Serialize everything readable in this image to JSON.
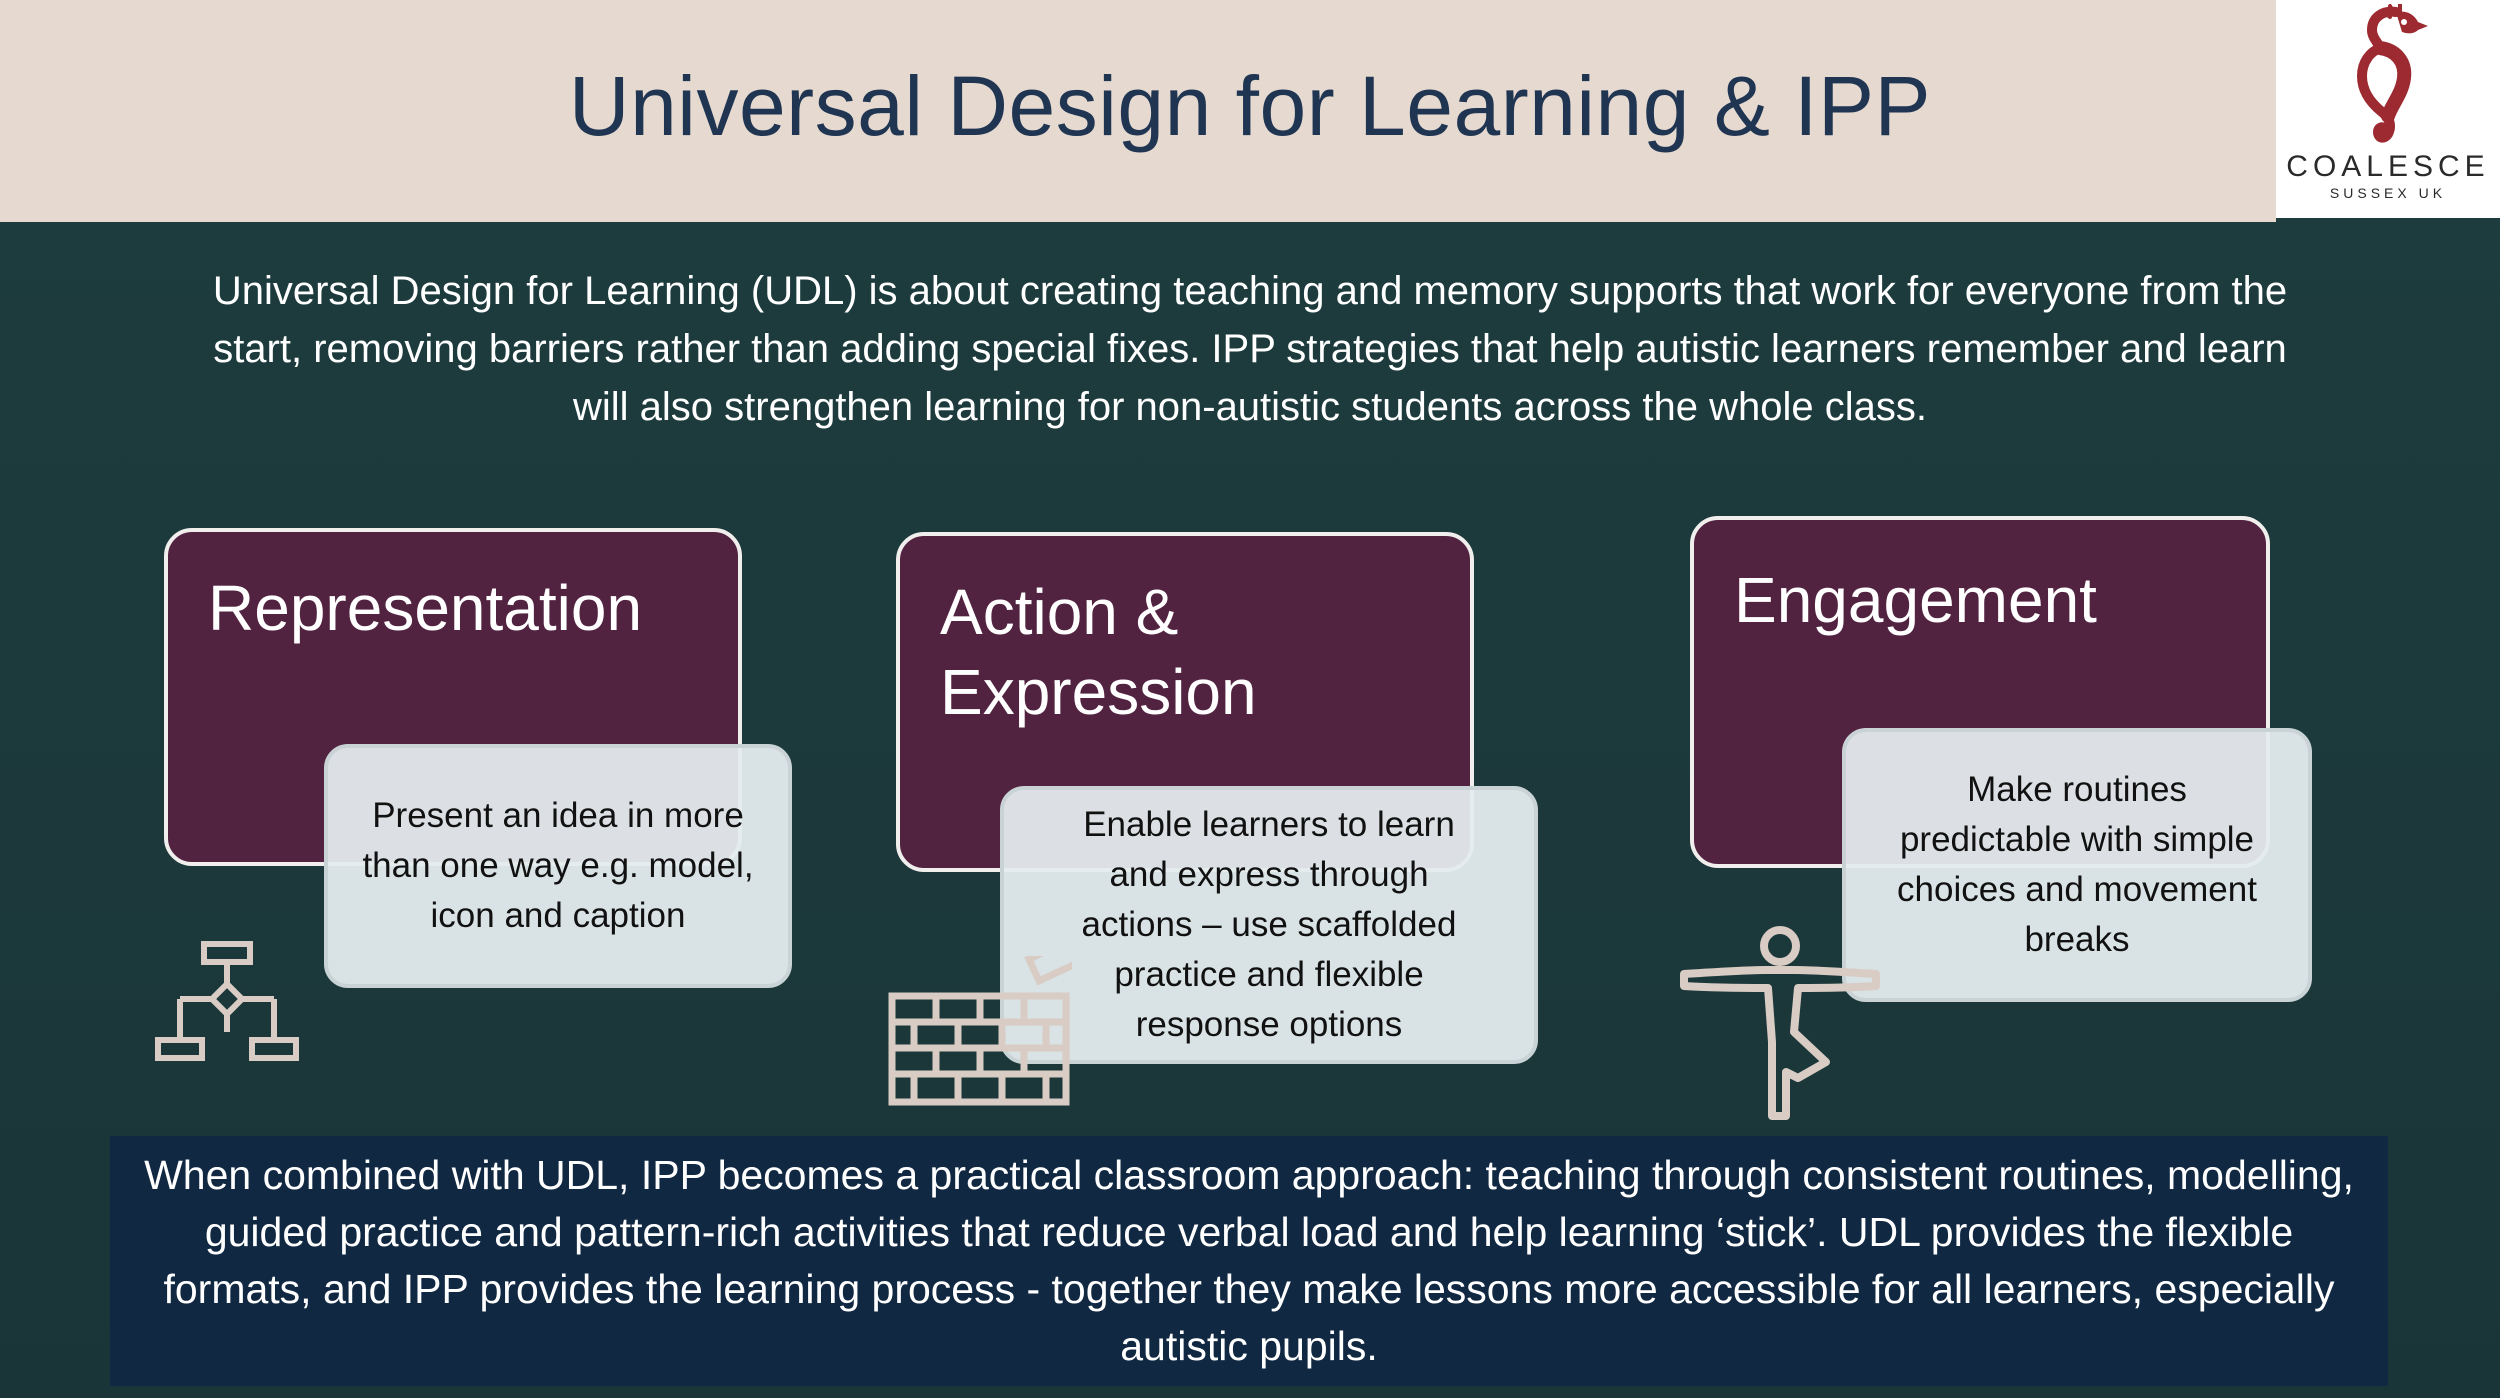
{
  "header": {
    "title": "Universal Design for Learning & IPP"
  },
  "logo": {
    "icon": "seahorse-icon",
    "name": "COALESCE",
    "location": "SUSSEX UK"
  },
  "intro": {
    "text": "Universal Design for Learning (UDL) is about creating teaching and memory supports that work for everyone from the start, removing barriers rather than adding special fixes. IPP strategies that help autistic learners remember and learn will also strengthen learning for non-autistic students across the whole class."
  },
  "cards": [
    {
      "heading": "Representation",
      "description": "Present an idea in more than one way e.g. model, icon and caption",
      "icon": "flowchart-icon"
    },
    {
      "heading": "Action & Expression",
      "description": "Enable learners to learn and express through actions – use scaffolded practice and flexible response options",
      "icon": "brick-wall-icon"
    },
    {
      "heading": "Engagement",
      "description": "Make routines predictable with simple choices and movement breaks",
      "icon": "yoga-pose-icon"
    }
  ],
  "footer": {
    "text": "When combined with UDL, IPP becomes a practical classroom approach: teaching through consistent routines, modelling, guided practice and pattern-rich activities that reduce verbal load and help learning ‘stick’. UDL provides the flexible formats, and IPP provides the learning process - together they make lessons more accessible for all learners, especially autistic pupils."
  },
  "colors": {
    "background": "#1b3a3c",
    "header_band": "#e6d9d0",
    "title": "#1f3552",
    "card_heading": "#522341",
    "card_description": "#e4ebed",
    "footer": "#112842",
    "logo_accent": "#9c2a30",
    "icon_line": "#d8ccc4"
  }
}
